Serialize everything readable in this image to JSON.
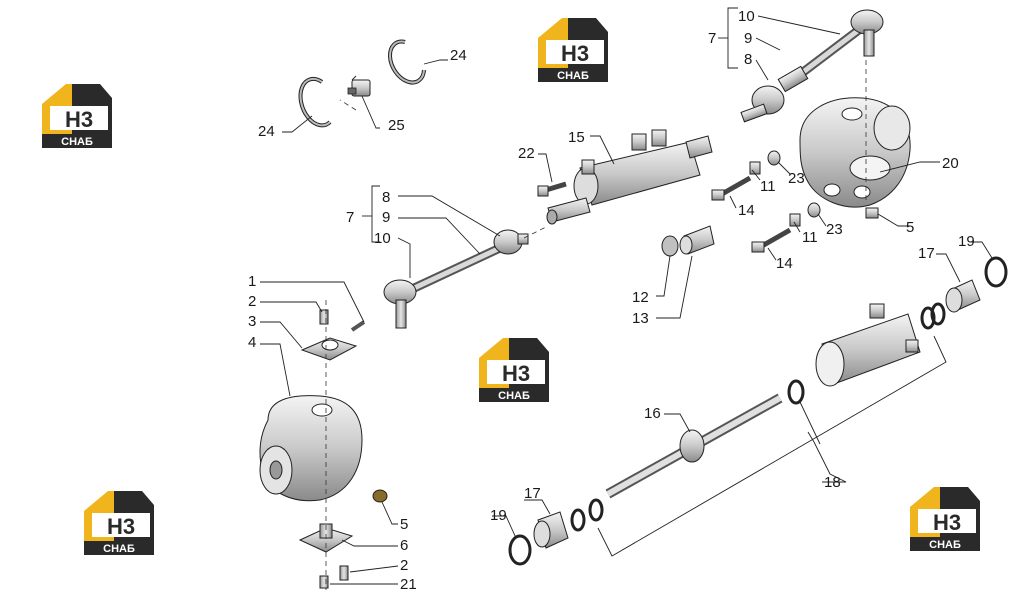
{
  "logo": {
    "main": "H3",
    "sub": "СНАБ",
    "gold": "#f0b41c",
    "dark": "#2a2a2a"
  },
  "labels": {
    "l1": "1",
    "l2a": "2",
    "l2b": "2",
    "l3": "3",
    "l4": "4",
    "l5a": "5",
    "l5b": "5",
    "l6": "6",
    "l7a": "7",
    "l7b": "7",
    "l8a": "8",
    "l8b": "8",
    "l9a": "9",
    "l9b": "9",
    "l10a": "10",
    "l10b": "10",
    "l11a": "11",
    "l11b": "11",
    "l12": "12",
    "l13": "13",
    "l14a": "14",
    "l14b": "14",
    "l15": "15",
    "l16": "16",
    "l17a": "17",
    "l17b": "17",
    "l18": "18",
    "l19a": "19",
    "l19b": "19",
    "l20": "20",
    "l21": "21",
    "l22": "22",
    "l23a": "23",
    "l23b": "23",
    "l24a": "24",
    "l24b": "24",
    "l25": "25"
  }
}
